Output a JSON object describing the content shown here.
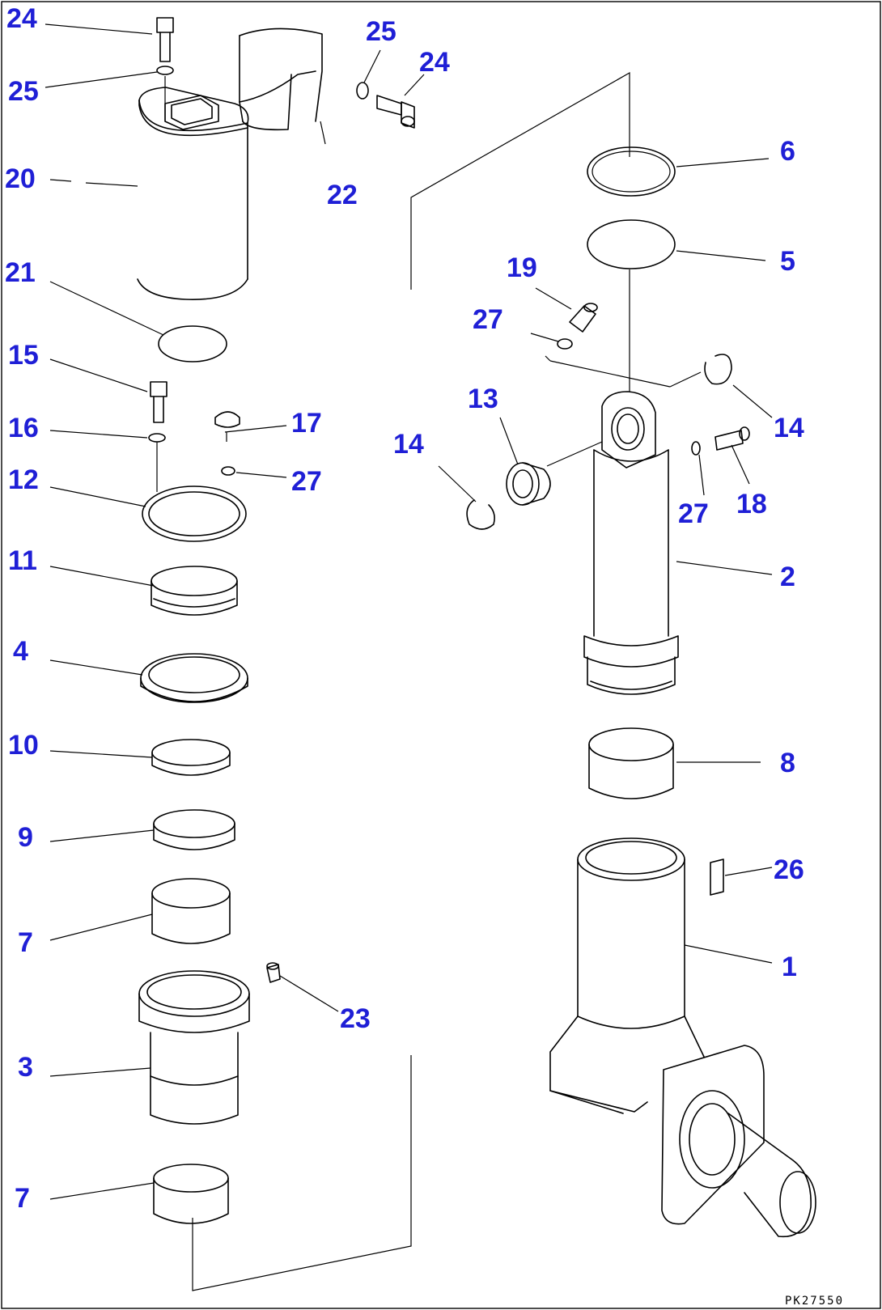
{
  "labels": {
    "l24a": "24",
    "l25a": "25",
    "l20": "20",
    "l21": "21",
    "l22": "22",
    "l25b": "25",
    "l24b": "24",
    "l6": "6",
    "l5": "5",
    "l19": "19",
    "l27a": "27",
    "l13": "13",
    "l14a": "14",
    "l14b": "14",
    "l18": "18",
    "l27b": "27",
    "l15": "15",
    "l16": "16",
    "l17": "17",
    "l27c": "27",
    "l12": "12",
    "l11": "11",
    "l2": "2",
    "l4": "4",
    "l10": "10",
    "l8": "8",
    "l9": "9",
    "l26": "26",
    "l7a": "7",
    "l1": "1",
    "l23": "23",
    "l3": "3",
    "l7b": "7"
  },
  "drawing_code": "PK27550",
  "colors": {
    "label": "#1f1fd6",
    "line": "#000000",
    "background": "#ffffff"
  }
}
